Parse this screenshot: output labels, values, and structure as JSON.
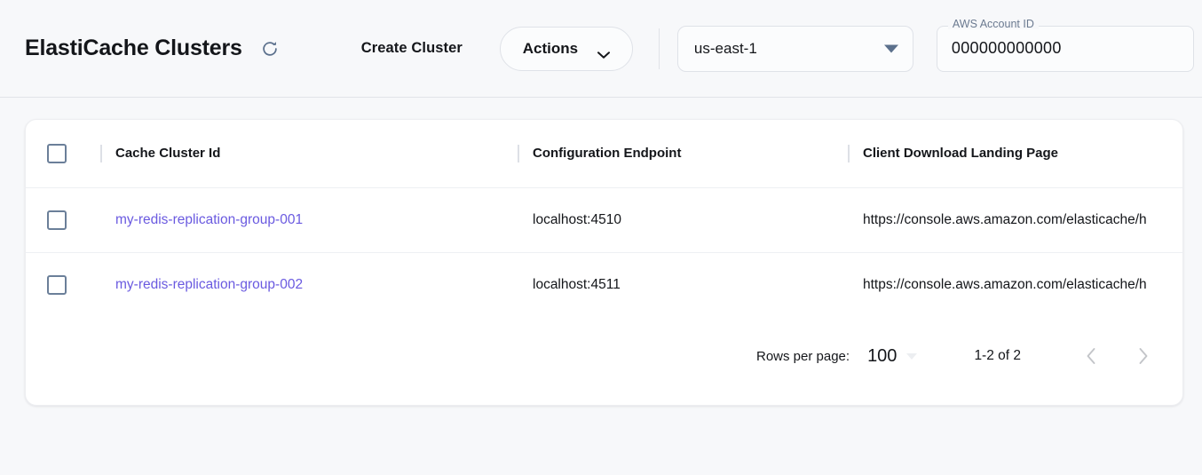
{
  "header": {
    "title": "ElastiCache Clusters",
    "refresh_icon": "refresh-icon",
    "create_cluster_label": "Create Cluster",
    "actions_label": "Actions",
    "actions_icon": "chevron-down-icon",
    "region": {
      "value": "us-east-1",
      "icon": "triangle-down-icon"
    },
    "account": {
      "legend": "AWS Account ID",
      "value": "000000000000"
    }
  },
  "table": {
    "columns": [
      "Cache Cluster Id",
      "Configuration Endpoint",
      "Client Download Landing Page"
    ],
    "rows": [
      {
        "cluster_id": "my-redis-replication-group-001",
        "endpoint": "localhost:4510",
        "landing_page": "https://console.aws.amazon.com/elasticache/h"
      },
      {
        "cluster_id": "my-redis-replication-group-002",
        "endpoint": "localhost:4511",
        "landing_page": "https://console.aws.amazon.com/elasticache/h"
      }
    ]
  },
  "pagination": {
    "rows_per_page_label": "Rows per page:",
    "rows_per_page_value": "100",
    "rows_per_page_icon": "chevron-down-icon",
    "range_label": "1-2 of 2",
    "prev_icon": "chevron-left-icon",
    "next_icon": "chevron-right-icon"
  },
  "colors": {
    "link": "#6a5ae0",
    "accent_slate": "#5b708c",
    "page_bg": "#f7f8fa",
    "card_bg": "#ffffff"
  }
}
